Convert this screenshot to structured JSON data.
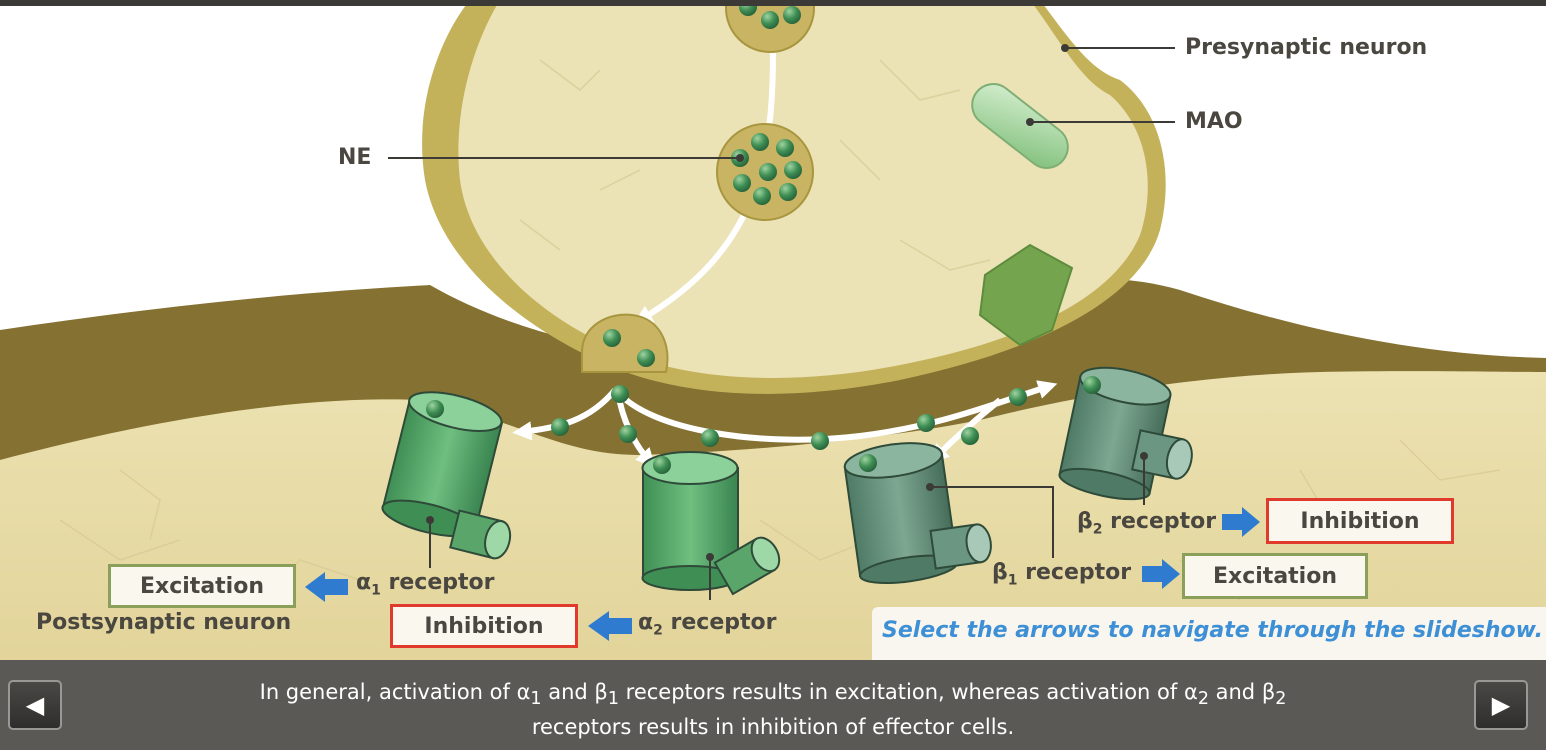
{
  "labels": {
    "presynaptic": "Presynaptic neuron",
    "mao": "MAO",
    "ne": "NE",
    "postsynaptic": "Postsynaptic neuron",
    "alpha1": {
      "sym": "α",
      "sub": "1",
      "text": " receptor"
    },
    "alpha2": {
      "sym": "α",
      "sub": "2",
      "text": " receptor"
    },
    "beta1": {
      "sym": "β",
      "sub": "1",
      "text": " receptor"
    },
    "beta2": {
      "sym": "β",
      "sub": "2",
      "text": " receptor"
    }
  },
  "effects": {
    "alpha1": "Excitation",
    "alpha2": "Inhibition",
    "beta1": "Excitation",
    "beta2": "Inhibition"
  },
  "hint": "Select the arrows to navigate through the slideshow.",
  "caption": {
    "line1_a": "In general, activation of ",
    "line1_sym1": "α",
    "line1_sub1": "1",
    "line1_b": " and ",
    "line1_sym2": "β",
    "line1_sub2": "1",
    "line1_c": " receptors results in excitation, whereas activation of ",
    "line1_sym3": "α",
    "line1_sub3": "2",
    "line1_d": " and ",
    "line1_sym4": "β",
    "line1_sub4": "2",
    "line2": "receptors results in inhibition of effector cells."
  },
  "nav": {
    "prev": "◀",
    "next": "▶"
  },
  "colors": {
    "excitation_border": "#8aa05a",
    "inhibition_border": "#e03a2c",
    "arrow_blue": "#2f7bd0",
    "hint_text": "#3d8fd6",
    "footer_bg": "#5b5955"
  },
  "icons": {
    "prev": "triangle-left-icon",
    "next": "triangle-right-icon",
    "effect_arrow": "blue-arrow-icon"
  }
}
